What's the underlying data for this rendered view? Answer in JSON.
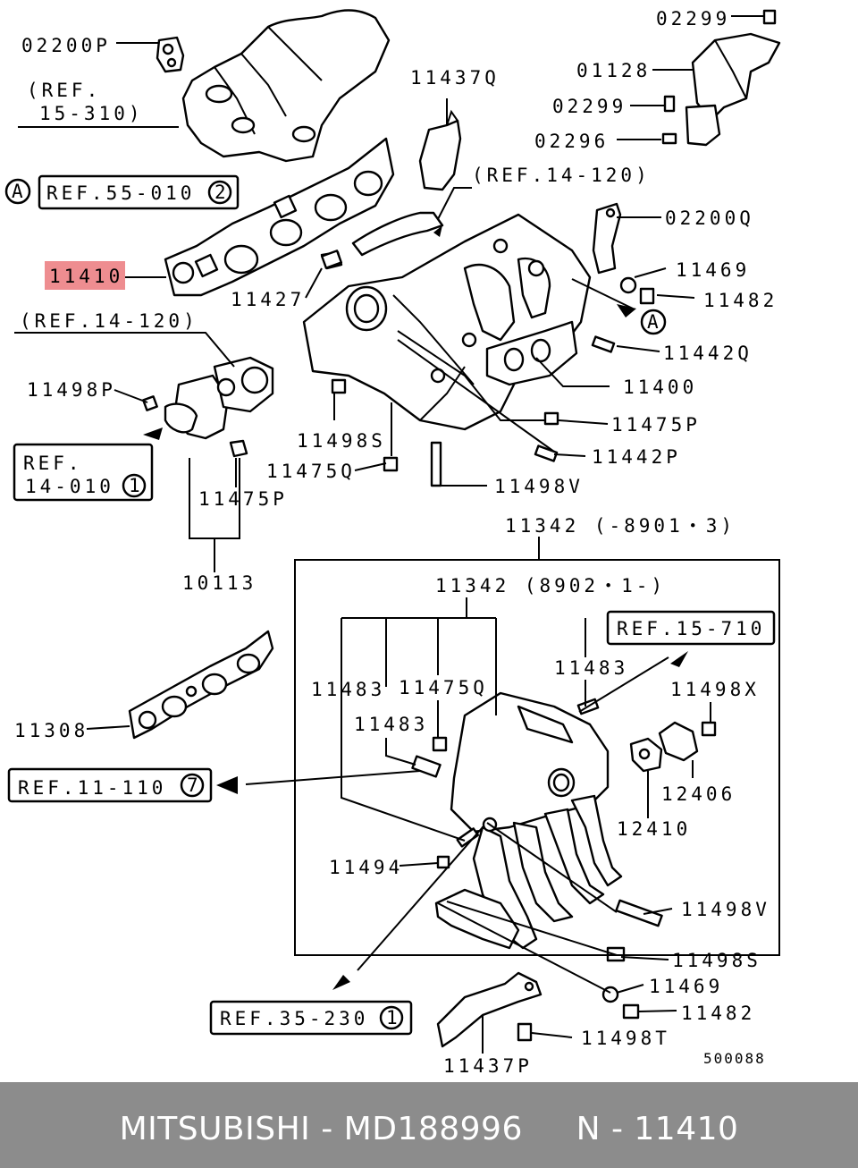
{
  "highlight_color": "#ee8d90",
  "footer": {
    "text": "MITSUBISHI - MD188996     N - 11410",
    "background": "#8c8c8c"
  },
  "labels": {
    "l02200P": "02200P",
    "ref15_310_a": "(REF.",
    "ref15_310_b": "15-310)",
    "circleA_1": "A",
    "ref55_010": "REF.55-010",
    "ref55_010_num": "2",
    "l11410": "11410",
    "l11427": "11427",
    "ref14_120_left": "(REF.14-120)",
    "l11498P": "11498P",
    "ref14_010_a": "REF.",
    "ref14_010_b": "14-010",
    "ref14_010_num": "1",
    "l11475P_left": "11475P",
    "l10113": "10113",
    "l11437Q": "11437Q",
    "ref14_120_top": "(REF.14-120)",
    "l02299_a": "02299",
    "l01128": "01128",
    "l02299_b": "02299",
    "l02296": "02296",
    "l02200Q": "02200Q",
    "l11469_top": "11469",
    "l11482_top": "11482",
    "circleA_2": "A",
    "l11442Q": "11442Q",
    "l11400": "11400",
    "l11475P_right": "11475P",
    "l11442P": "11442P",
    "l11498S_top": "11498S",
    "l11475Q_top": "11475Q",
    "l11498V_top": "11498V",
    "l11342_old": "11342 (-8901・3)",
    "l11342_new": "11342 (8902・1-)",
    "ref15_710": "REF.15-710",
    "l11483_a": "11483",
    "l11475Q_box": "11475Q",
    "l11483_b": "11483",
    "l11483_c": "11483",
    "l11498X": "11498X",
    "l12406": "12406",
    "l12410": "12410",
    "l11308": "11308",
    "ref11_110": "REF.11-110",
    "ref11_110_num": "7",
    "l11494": "11494",
    "l11498V_bot": "11498V",
    "l11498S_bot": "11498S",
    "l11469_bot": "11469",
    "l11482_bot": "11482",
    "ref35_230": "REF.35-230",
    "ref35_230_num": "1",
    "l11498T": "11498T",
    "l11437P": "11437P",
    "diagram_no": "500088"
  }
}
